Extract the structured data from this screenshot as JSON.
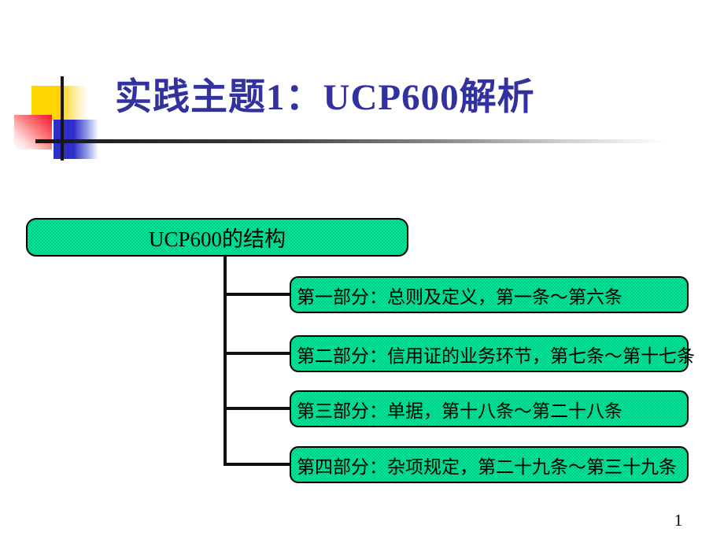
{
  "slide": {
    "title": "实践主题1：UCP600解析",
    "page_number": "1"
  },
  "diagram": {
    "root": {
      "label": "UCP600的结构"
    },
    "branches": [
      {
        "label": "第一部分：总则及定义，第一条～第六条"
      },
      {
        "label": "第二部分：信用证的业务环节，第七条～第十七条"
      },
      {
        "label": "第三部分：单据，第十八条～第二十八条"
      },
      {
        "label": "第四部分：杂项规定，第二十九条～第三十九条"
      }
    ]
  },
  "colors": {
    "title_text": "#31319F",
    "box_fill_average": "#00D98F",
    "box_fill_dither_light": "#00E89A",
    "box_fill_dither_dark": "#00CA85",
    "box_border": "#000000",
    "connector": "#111111",
    "decor_yellow": "#FFD400",
    "decor_red": "#F5122D",
    "decor_blue": "#2E2EC8",
    "rule_dark": "#161616",
    "background": "#FFFFFF"
  }
}
